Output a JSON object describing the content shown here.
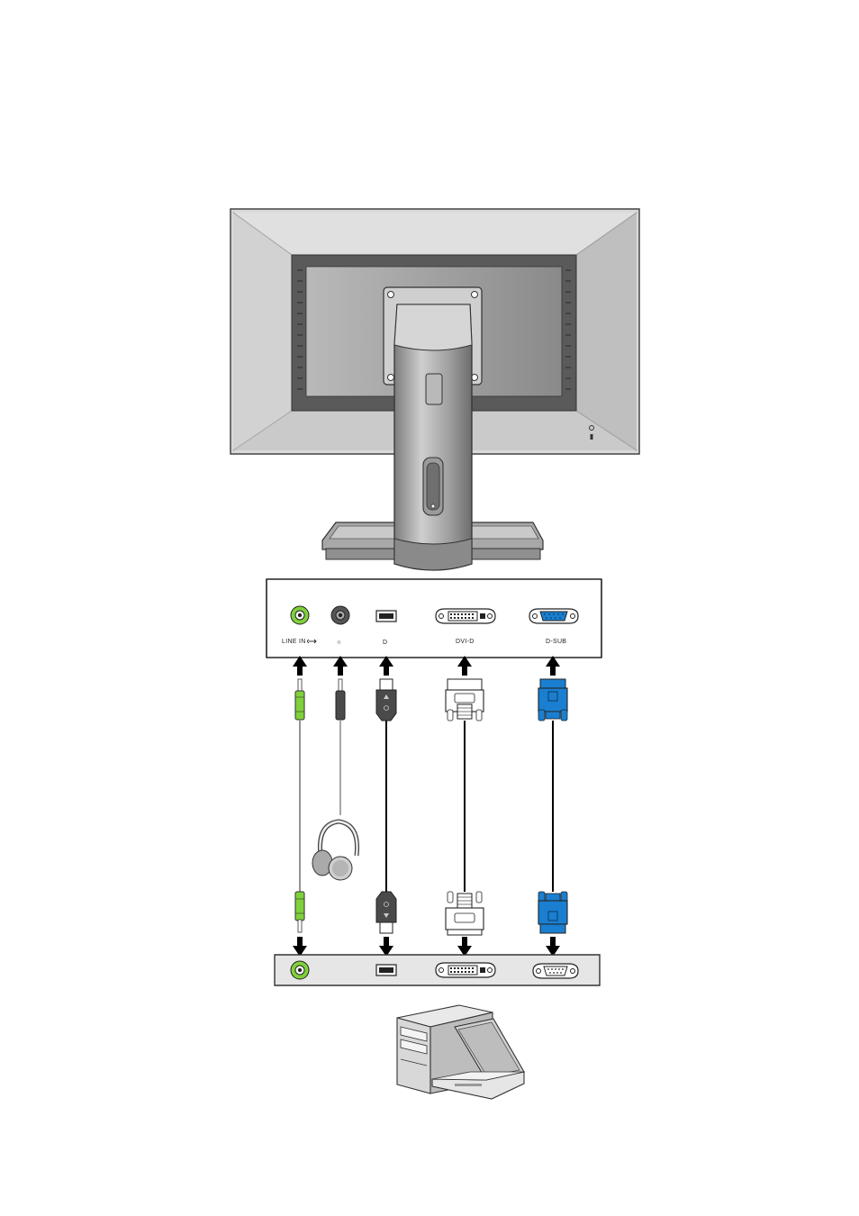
{
  "panel_labels": {
    "line_in": "LINE IN",
    "headphone_glyph": "∩",
    "displayport_glyph": "D",
    "dvi": "DVI-D",
    "dsub": "D-SUB"
  },
  "colors": {
    "monitor_body": "#cfcfcf",
    "monitor_frame": "#a9a9a9",
    "monitor_dark": "#555555",
    "line_in_green": "#7fd13b",
    "headphone_dark": "#3a3a3a",
    "displayport_cable": "#4a4a4a",
    "dsub_blue": "#1a7fd0",
    "dvi_white": "#ffffff",
    "arrow": "#000000"
  },
  "icons": {
    "monitor": "monitor-back-icon",
    "headphones": "headphones-icon",
    "computer": "desktop-tower-icon",
    "laptop": "laptop-icon"
  }
}
